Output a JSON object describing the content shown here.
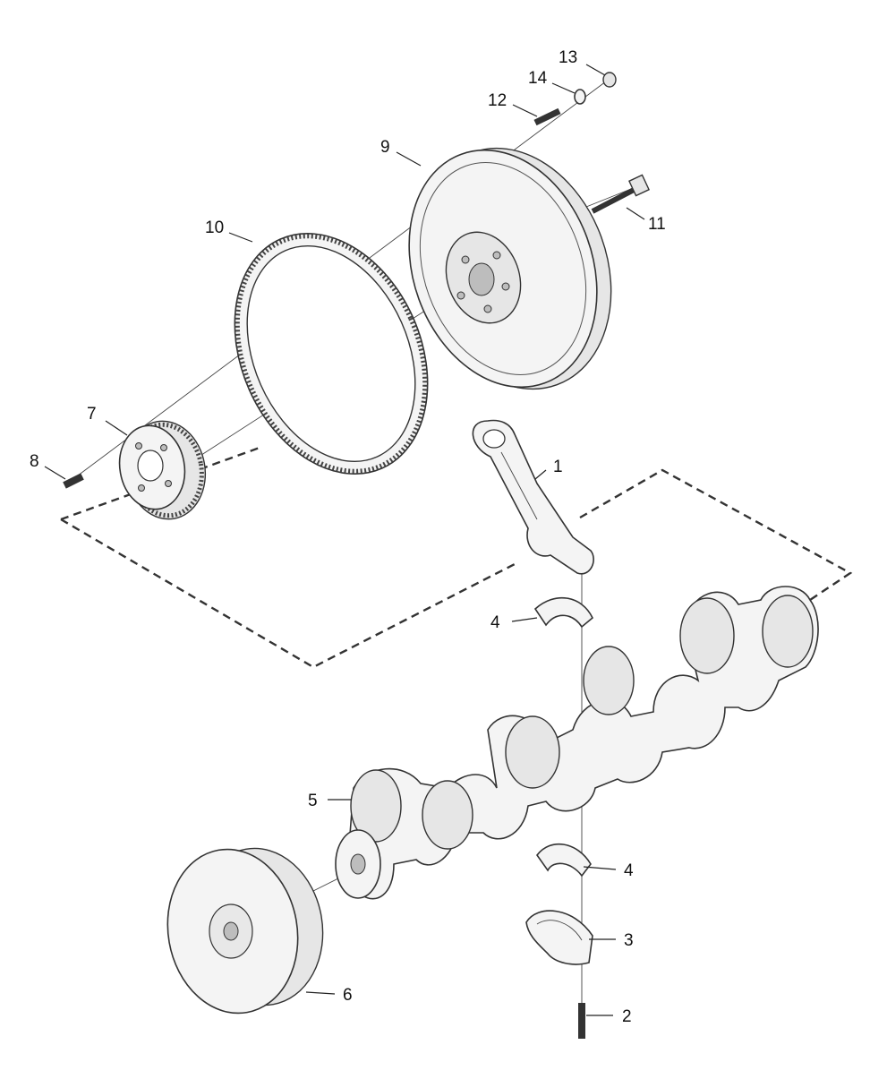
{
  "callouts": [
    {
      "id": "1",
      "part": "connecting-rod"
    },
    {
      "id": "2",
      "part": "rod-bolt"
    },
    {
      "id": "3",
      "part": "rod-cap"
    },
    {
      "id": "4",
      "part": "bearing-shell-upper"
    },
    {
      "id": "4",
      "part": "bearing-shell-lower"
    },
    {
      "id": "5",
      "part": "crankshaft"
    },
    {
      "id": "6",
      "part": "vibration-damper"
    },
    {
      "id": "7",
      "part": "timing-gear"
    },
    {
      "id": "8",
      "part": "dowel-pin"
    },
    {
      "id": "9",
      "part": "flywheel"
    },
    {
      "id": "10",
      "part": "ring-gear"
    },
    {
      "id": "11",
      "part": "flywheel-bolt"
    },
    {
      "id": "12",
      "part": "stud"
    },
    {
      "id": "13",
      "part": "nut"
    },
    {
      "id": "14",
      "part": "washer"
    }
  ]
}
